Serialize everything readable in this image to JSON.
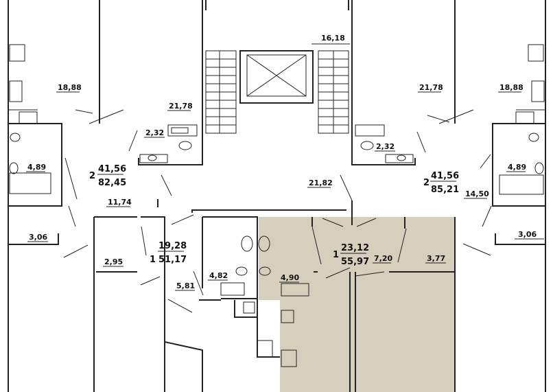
{
  "rooms": {
    "r_18_88_left": "18,88",
    "r_21_78_left": "21,78",
    "r_2_32_left": "2,32",
    "r_4_89_left": "4,89",
    "r_11_74": "11,74",
    "r_3_06_left": "3,06",
    "r_2_95": "2,95",
    "r_5_81": "5,81",
    "r_4_82": "4,82",
    "r_4_90": "4,90",
    "r_16_18": "16,18",
    "r_21_82": "21,82",
    "r_7_20": "7,20",
    "r_3_77": "3,77",
    "r_21_78_right": "21,78",
    "r_18_88_right": "18,88",
    "r_2_32_right": "2,32",
    "r_4_89_right": "4,89",
    "r_14_50": "14,50",
    "r_3_06_right": "3,06"
  },
  "apartments": [
    {
      "rooms": "2",
      "living": "41,56",
      "total": "82,45"
    },
    {
      "rooms": "1",
      "living": "19,28",
      "total": "51,17"
    },
    {
      "rooms": "1",
      "living": "23,12",
      "total": "55,97"
    },
    {
      "rooms": "2",
      "living": "41,56",
      "total": "85,21"
    }
  ],
  "highlight_color": "#d6cfbb"
}
